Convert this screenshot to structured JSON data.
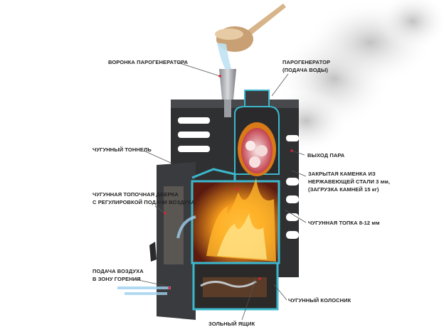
{
  "labels": {
    "funnel": "ВОРОНКА ПАРОГЕНЕРАТОРА",
    "steam_generator_1": "ПАРОГЕНЕРАТОР",
    "steam_generator_2": "(ПОДАЧА ВОДЫ)",
    "tunnel": "ЧУГУННЫЙ ТОННЕЛЬ",
    "steam_outlet": "ВЫХОД ПАРА",
    "heater_1": "ЗАКРЫТАЯ КАМЕНКА ИЗ",
    "heater_2": "НЕРЖАВЕЮЩЕЙ СТАЛИ 3 мм,",
    "heater_3": "(ЗАГРУЗКА КАМНЕЙ 15 кг)",
    "door_1": "ЧУГУННАЯ ТОПОЧНАЯ ДВЕРКА",
    "door_2": "С  РЕГУЛИРОВКОЙ ПОДАЧИ ВОЗДУХА",
    "firebox": "ЧУГУННАЯ ТОПКА 8-12 мм",
    "air_1": "ПОДАЧА ВОЗДУХА",
    "air_2": "В ЗОНУ ГОРЕНИЯ",
    "grate": "ЧУГУННЫЙ КОЛОСНИК",
    "ash_box": "ЗОЛЬНЫЙ ЯЩИК"
  },
  "colors": {
    "cut": "#3bb8cc",
    "iron": "#3a3a3c",
    "marker": "#e0203a"
  }
}
